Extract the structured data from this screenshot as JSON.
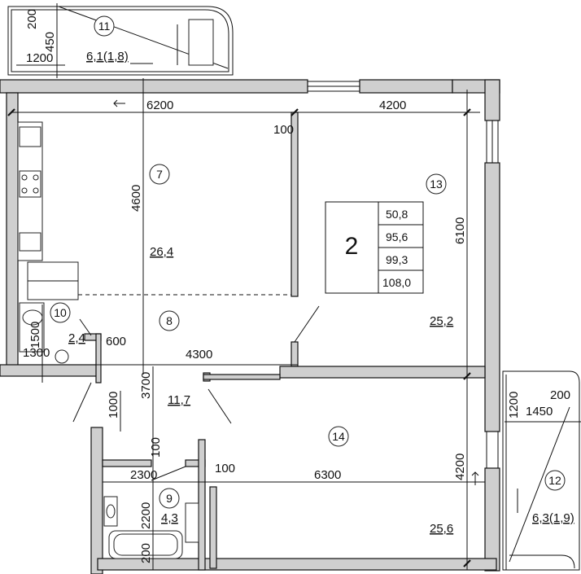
{
  "apartment": {
    "rooms_label": "2",
    "areas": [
      "50,8",
      "95,6",
      "99,3",
      "108,0"
    ]
  },
  "rooms": [
    {
      "id": "7",
      "area": "26,4"
    },
    {
      "id": "8",
      "area": "11,7"
    },
    {
      "id": "9",
      "area": "4,3"
    },
    {
      "id": "10",
      "area": "2,4"
    },
    {
      "id": "11",
      "area": "6,1(1,8)"
    },
    {
      "id": "12",
      "area": "6,3(1,9)"
    },
    {
      "id": "13",
      "area": "25,2"
    },
    {
      "id": "14",
      "area": "25,6"
    }
  ],
  "dimensions": {
    "d200a": "200",
    "d450": "450",
    "d1200a": "1200",
    "d6200": "6200",
    "d4200a": "4200",
    "d100a": "100",
    "d4600": "4600",
    "d6100": "6100",
    "d1500": "1500",
    "d1300": "1300",
    "d600": "600",
    "d4300": "4300",
    "d3700": "3700",
    "d1000": "1000",
    "d1200b": "1200",
    "d1450": "1450",
    "d200b": "200",
    "d100b": "100",
    "d2300": "2300",
    "d100c": "100",
    "d6300": "6300",
    "d4200b": "4200",
    "d2200": "2200",
    "d200c": "200"
  }
}
